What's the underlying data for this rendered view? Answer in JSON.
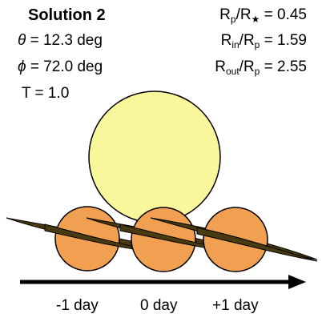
{
  "title": "Solution 2",
  "params": {
    "theta_sym": "θ",
    "theta_val": " = 12.3 deg",
    "phi_sym": "ϕ",
    "phi_val": " = 72.0 deg",
    "T_text": "T = 1.0"
  },
  "ratios": {
    "rp_rstar_a": "R",
    "rp_rstar_sub": "p",
    "rp_rstar_b": "/R",
    "rp_rstar_sub2": "★",
    "rp_rstar_val": " = 0.45",
    "rin_a": "R",
    "rin_sub": "in",
    "rin_b": "/R",
    "rin_sub2": "p",
    "rin_val": " = 1.59",
    "rout_a": "R",
    "rout_sub": "out",
    "rout_b": "/R",
    "rout_sub2": "p",
    "rout_val": " = 2.55"
  },
  "time_labels": [
    "-1 day",
    "0 day",
    "+1 day"
  ],
  "colors": {
    "star_fill": "#f9f79b",
    "planet_fill": "#f0a050",
    "ring_dark": "#4a3a10",
    "ring_light": "#ffffff",
    "arrow": "#000000"
  }
}
